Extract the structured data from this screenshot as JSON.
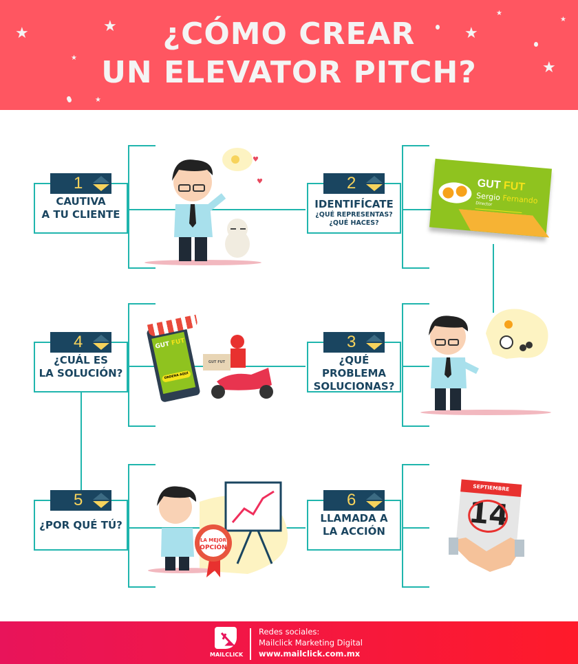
{
  "header": {
    "title_line1": "¿CÓMO CREAR",
    "title_line2": "UN ELEVATOR PITCH?"
  },
  "colors": {
    "header": "#ff5661",
    "teal": "#1fb5ad",
    "navy": "#1a4560",
    "yellow": "#f7d35c",
    "footer_start": "#e8145a",
    "footer_end": "#ff1a2a"
  },
  "steps": [
    {
      "number": "1",
      "title": "CAUTIVA",
      "title2": "A TU CLIENTE"
    },
    {
      "number": "2",
      "title": "IDENTIFÍCATE",
      "sub1": "¿QUÉ REPRESENTAS?",
      "sub2": "¿QUÉ HACES?"
    },
    {
      "number": "3",
      "title": "¿QUÉ PROBLEMA",
      "title2": "SOLUCIONAS?"
    },
    {
      "number": "4",
      "title": "¿CUÁL ES",
      "title2": "LA SOLUCIÓN?"
    },
    {
      "number": "5",
      "title": "¿POR QUÉ TÚ?"
    },
    {
      "number": "6",
      "title": "LLAMADA A",
      "title2": "LA ACCIÓN"
    }
  ],
  "illustrations": {
    "card": {
      "brand1": "GUT",
      "brand2": "FUT",
      "name1": "Sergio",
      "name2": "Fernando",
      "role": "Director"
    },
    "phone": {
      "brand1": "GUT",
      "brand2": "FUT",
      "button": "ORDENA AQUÍ",
      "box": "GUT FUT"
    },
    "badge": {
      "line1": "LA MEJOR",
      "line2": "OPCIÓN"
    },
    "calendar": {
      "month": "SEPTIEMBRE",
      "day": "14"
    }
  },
  "footer": {
    "logo": "MAILCLICK",
    "line1": "Redes sociales:",
    "line2": "Mailclick Marketing Digital",
    "line3": "www.mailclick.com.mx"
  }
}
